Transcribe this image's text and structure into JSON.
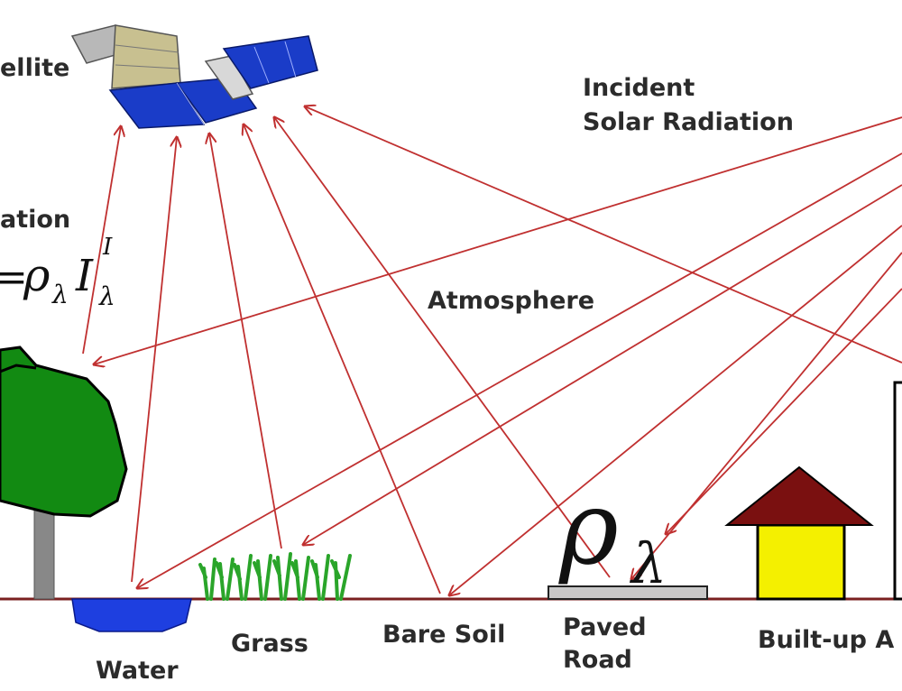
{
  "labels": {
    "satellite": "ellite",
    "incident_line1": "Incident",
    "incident_line2": "Solar Radiation",
    "reflected": "ation",
    "atmosphere": "Atmosphere",
    "water": "Water",
    "grass": "Grass",
    "bare_soil": "Bare Soil",
    "paved_road_line1": "Paved",
    "paved_road_line2": "Road",
    "built_up": "Built-up A"
  },
  "equation": {
    "lhs": "=",
    "rho": "ρ",
    "lambda": "λ",
    "I": "I",
    "sup_I": "I",
    "sub_lambda": "λ"
  },
  "road_symbol": {
    "rho": "ρ",
    "lambda": "λ"
  },
  "colors": {
    "arrow": "#c03030",
    "ground": "#7a2020",
    "tree_canopy": "#128a12",
    "tree_trunk": "#888888",
    "water": "#1e3fe0",
    "grass": "#2aa52a",
    "roof": "#7a1010",
    "house_wall": "#f4f000",
    "road": "#c8c8c8",
    "panel": "#1a3cc8",
    "satellite_body": "#c8c090"
  }
}
